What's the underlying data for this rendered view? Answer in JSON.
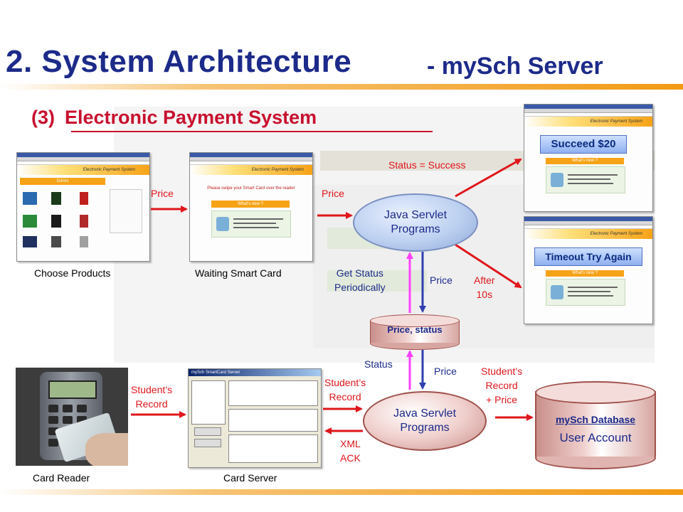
{
  "header": {
    "title": "2. System Architecture",
    "subtitle": "- mySch Server",
    "section_number": "(3)",
    "section_title": "Electronic Payment System"
  },
  "screens": {
    "choose_products": {
      "caption": "Choose Products",
      "header_text": "Electronic Payment System",
      "category": "Drinks"
    },
    "waiting_card": {
      "caption": "Waiting Smart Card",
      "header_text": "Electronic Payment System",
      "prompt": "Please swipe your Smart Card over the reader",
      "whats_new": "What's new ?"
    },
    "succeed": {
      "header_text": "Electronic Payment System",
      "banner": "Succeed $20",
      "whats_new": "What's new ?"
    },
    "timeout": {
      "header_text": "Electronic Payment System",
      "banner": "Timeout Try Again",
      "whats_new": "What's new ?"
    },
    "card_reader": {
      "caption": "Card Reader"
    },
    "card_server": {
      "caption": "Card Server",
      "window_title": "mySch SmartCard Server"
    }
  },
  "nodes": {
    "servlet_top": {
      "line1": "Java Servlet",
      "line2": "Programs"
    },
    "servlet_bottom": {
      "line1": "Java Servlet",
      "line2": "Programs"
    },
    "price_status_store": "Price, status",
    "database": {
      "title": "mySch Database",
      "subtitle": "User Account"
    }
  },
  "labels": {
    "price_1": "Price",
    "price_2": "Price",
    "status_success": "Status = Success",
    "get_status": {
      "line1": "Get Status",
      "line2": "Periodically"
    },
    "price_down": "Price",
    "after": {
      "line1": "After",
      "line2": "10s"
    },
    "status_up": "Status",
    "price_down_2": "Price",
    "students_record_1": {
      "line1": "Student’s",
      "line2": "Record"
    },
    "students_record_2": {
      "line1": "Student’s",
      "line2": "Record"
    },
    "students_record_price": {
      "line1": "Student’s",
      "line2": "Record",
      "line3": "+ Price"
    },
    "xml_ack": {
      "line1": "XML",
      "line2": "ACK"
    }
  },
  "colors": {
    "title_blue": "#1c2a8a",
    "accent_red": "#e0161b",
    "arrow_blue": "#2f3fb0",
    "arrow_magenta": "#ff40ff",
    "orange": "#f29a14"
  }
}
